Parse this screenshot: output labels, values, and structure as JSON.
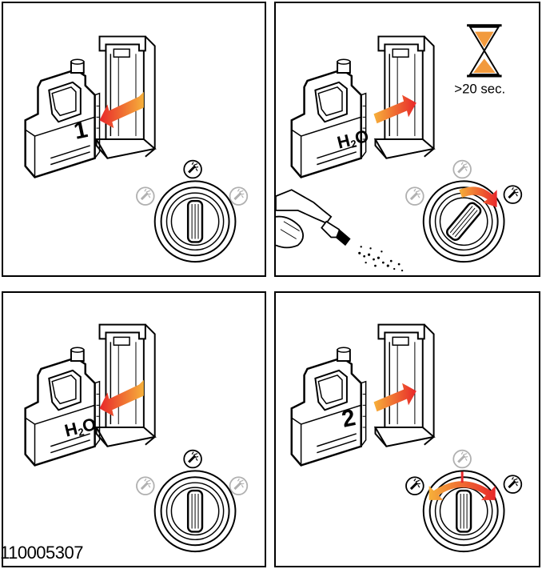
{
  "panels": [
    {
      "step_label": "1"
    },
    {
      "step_label": "H2O",
      "timer_text": ">20 sec."
    },
    {
      "step_label": "H2O"
    },
    {
      "step_label": "2"
    }
  ],
  "document_id": "110005307",
  "colors": {
    "arrow_start": "#e8272a",
    "arrow_end": "#f6b03a",
    "line": "#000000",
    "icon_faint": "#b0b0b0",
    "hourglass_sand": "#f29a3d"
  },
  "icons": [
    "tank",
    "bracket-holder",
    "rotary-knob",
    "spray-nozzle-icon",
    "hourglass-icon",
    "spray-gun"
  ]
}
